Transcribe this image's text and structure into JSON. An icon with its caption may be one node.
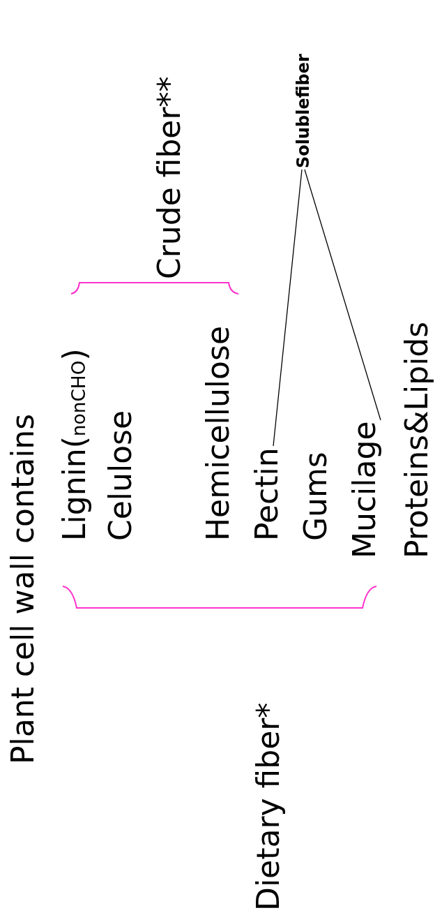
{
  "diagram": {
    "title": "Plant cell wall contains",
    "nodes": [
      {
        "text": [
          "Solublefiber"
        ]
      },
      {
        "text": [
          "Pectin"
        ]
      },
      {
        "text": [
          "Mucilage"
        ]
      }
    ],
    "edges": [
      {
        "from": 0,
        "to": 1,
        "arrow": "none"
      },
      {
        "from": 0,
        "to": 2,
        "arrow": "none"
      }
    ],
    "labels": [
      "Crude fiber**",
      "Lignin($_{nonCHO}$)",
      "Celulose",
      "Hemicellulose",
      "Gums",
      "Proteins&Lipids",
      "Dietary fiber*"
    ]
  }
}
